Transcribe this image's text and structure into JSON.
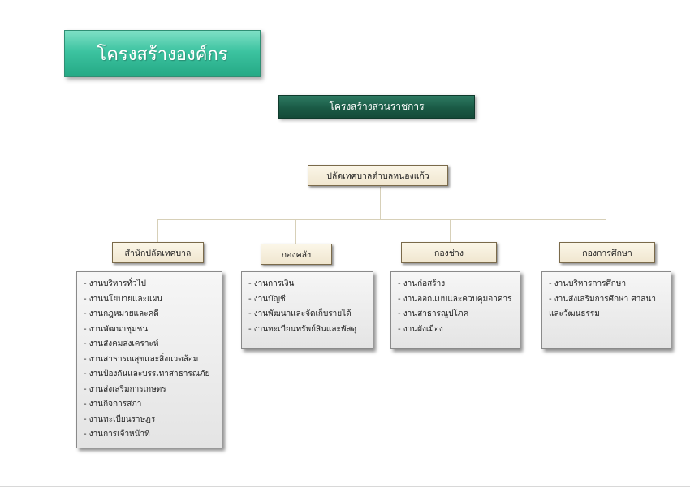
{
  "title": "โครงสร้างองค์กร",
  "subtitle": "โครงสร้างส่วนราชการ",
  "top_box": "ปลัดเทศบาลตำบลหนองแก้ว",
  "departments": [
    {
      "name": "สำนักปลัดเทศบาล",
      "items": [
        "- งานบริหารทั่วไป",
        "- งานนโยบายและแผน",
        "- งานกฎหมายและคดี",
        "- งานพัฒนาชุมชน",
        "- งานสังคมสงเคราะห์",
        "- งานสาธารณสุขและสิ่งแวดล้อม",
        "- งานป้องกันและบรรเทาสาธารณภัย",
        "- งานส่งเสริมการเกษตร",
        "- งานกิจการสภา",
        "- งานทะเบียนราษฎร",
        "- งานการเจ้าหน้าที่"
      ]
    },
    {
      "name": "กองคลัง",
      "items": [
        "- งานการเงิน",
        "- งานบัญชี",
        "- งานพัฒนาและจัดเก็บรายได้",
        "- งานทะเบียนทรัพย์สินและพัสดุ"
      ]
    },
    {
      "name": "กองช่าง",
      "items": [
        "- งานก่อสร้าง",
        "- งานออกแบบและควบคุมอาคาร",
        "- งานสาธารณูปโภค",
        "- งานผังเมือง"
      ]
    },
    {
      "name": "กองการศึกษา",
      "items": [
        "- งานบริหารการศึกษา",
        "- งานส่งเสริมการศึกษา ศาสนา",
        "และวัฒนธรรม"
      ]
    }
  ]
}
